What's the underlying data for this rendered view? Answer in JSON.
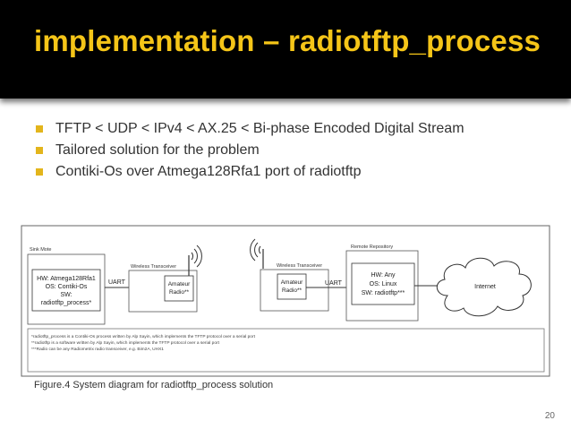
{
  "slide": {
    "title": "implementation – radiotftp_process",
    "bullets": [
      "TFTP < UDP < IPv4 < AX.25 < Bi-phase Encoded Digital Stream",
      "Tailored solution for the problem",
      "Contiki-Os over Atmega128Rfa1 port of radiotftp"
    ],
    "caption": "Figure.4 System diagram for radiotftp_process solution",
    "page_number": "20",
    "accent_color": "#e3b51c",
    "title_color": "#f5c518"
  },
  "diagram": {
    "sink_mote_label": "Sink Mote",
    "sink_mote_box": [
      "HW: Atmega128Rfa1",
      "OS: Contiki-Os",
      "SW:",
      "radiotftp_process*"
    ],
    "left_transceiver_label": "Wireless Transceiver",
    "left_radio_box": [
      "Amateur",
      "Radio**"
    ],
    "uart_left": "UART",
    "right_transceiver_label": "Wireless Transceiver",
    "right_radio_box": [
      "Amateur",
      "Radio**"
    ],
    "uart_right": "UART",
    "remote_repo_label": "Remote Repository",
    "remote_repo_box": [
      "HW: Any",
      "OS: Linux",
      "SW: radiotftp***"
    ],
    "internet_label": "Internet",
    "footnotes": [
      "*radiotftp_process is a Contiki-Os process written by Alp Sayin, which implements the TFTP protocol over a serial port",
      "**radiotftp is a software written by Alp Sayin, which implements the TFTP protocol over a serial port",
      "***Radio can be any Radiometrix radio transceiver, e.g. Bim2A, UHX1"
    ],
    "icons": [
      "antenna-left-icon",
      "antenna-right-icon",
      "internet-cloud-icon"
    ]
  }
}
